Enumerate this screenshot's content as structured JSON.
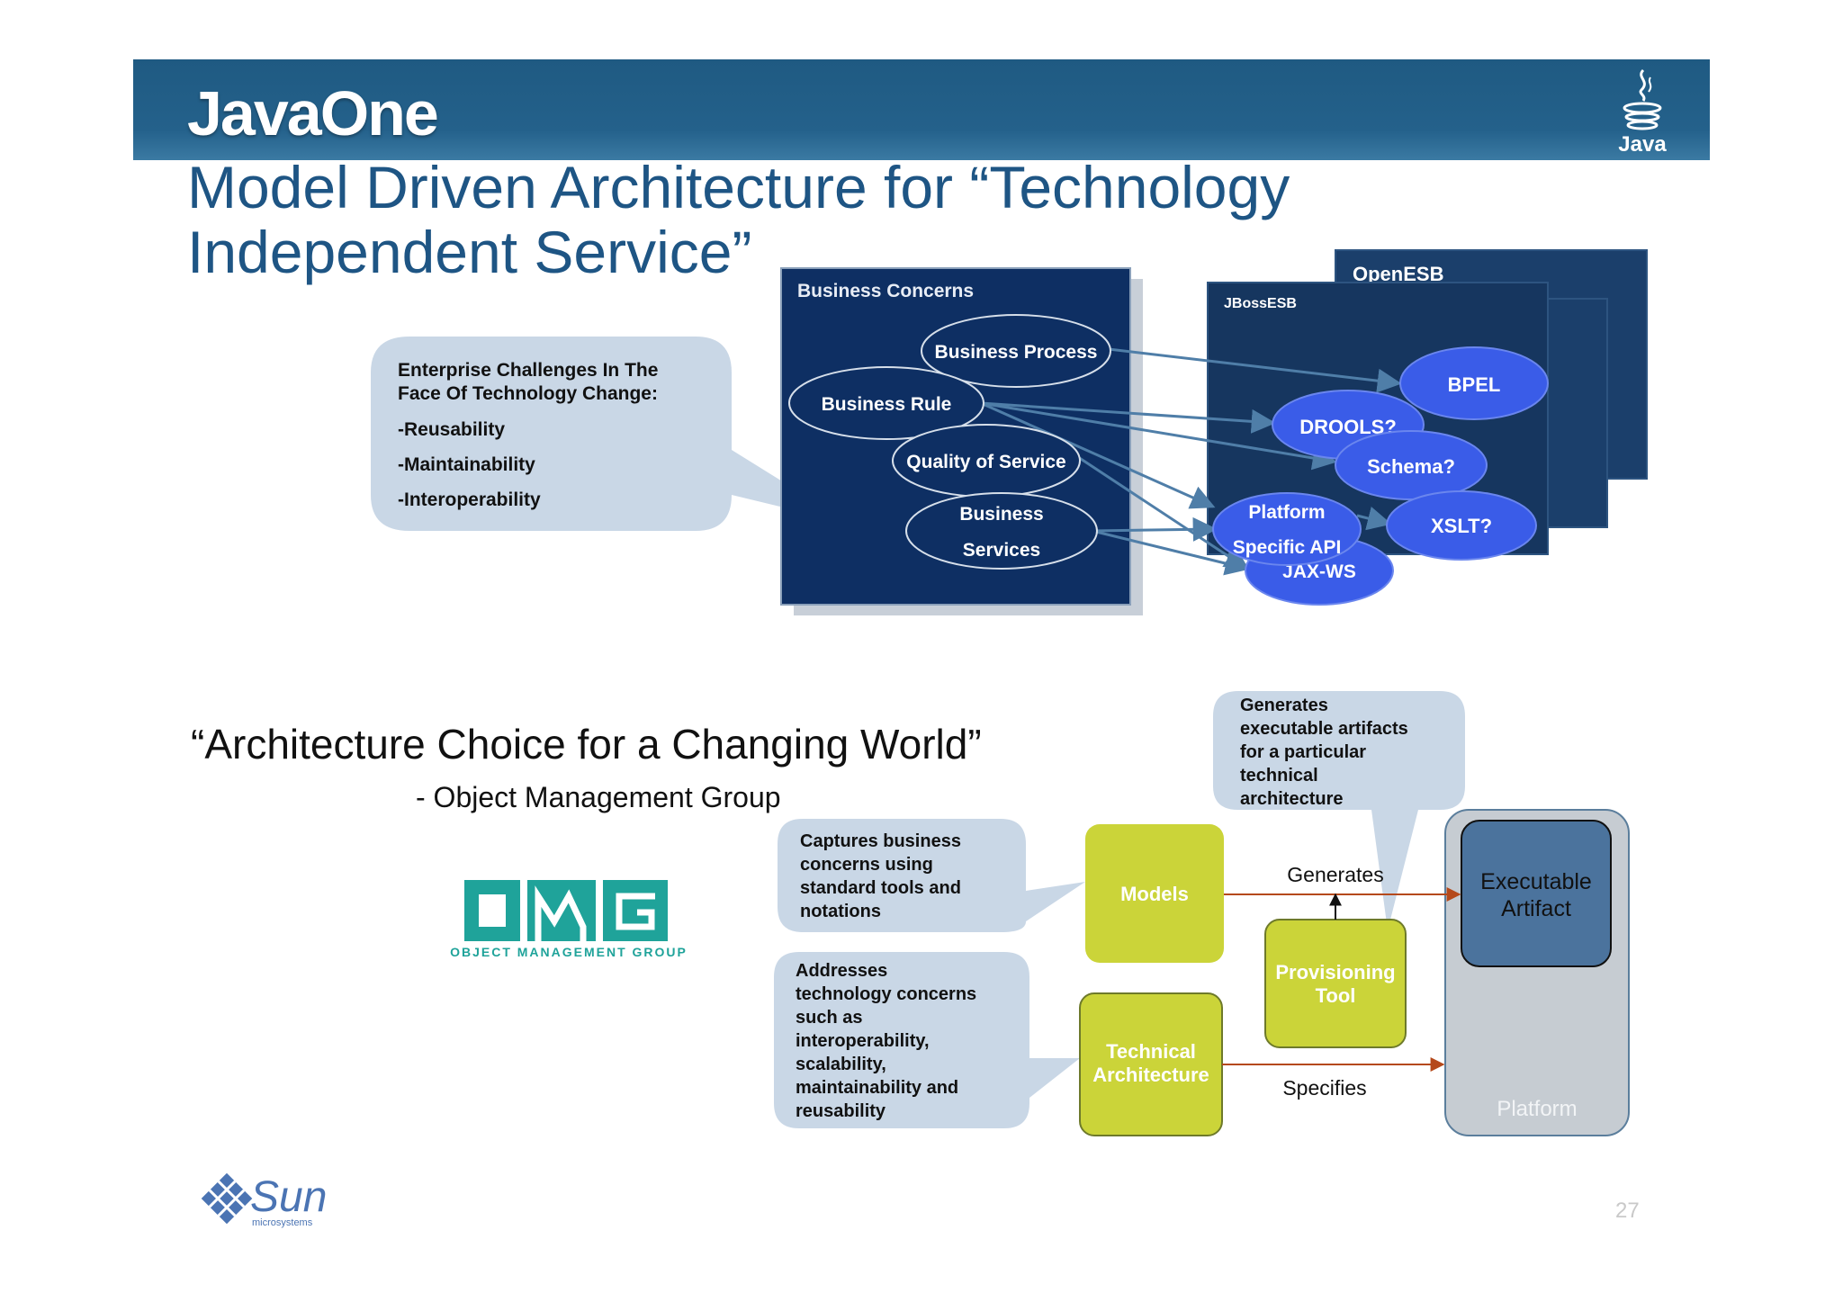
{
  "header": {
    "logo_text": "JavaOne",
    "java_logo_text": "Java"
  },
  "slide": {
    "title_line1": "Model Driven Architecture for “Technology",
    "title_line2": "Independent Service”",
    "page_number": "27"
  },
  "challenges_callout": {
    "heading_line1": "Enterprise Challenges In The",
    "heading_line2": "Face Of Technology Change:",
    "items": [
      "-Reusability",
      "-Maintainability",
      "-Interoperability"
    ]
  },
  "business_concerns": {
    "title": "Business Concerns",
    "nodes": {
      "business_process": "Business Process",
      "business_rule": "Business Rule",
      "quality_of_service": "Quality of Service",
      "business_services_line1": "Business",
      "business_services_line2": "Services"
    }
  },
  "esb": {
    "openesb": "OpenESB",
    "jbossesb": "JBossESB",
    "nodes": {
      "bpel": "BPEL",
      "drools": "DROOLS?",
      "schema": "Schema?",
      "xslt": "XSLT?",
      "platform_api_line1": "Platform",
      "platform_api_line2": "Specific API",
      "jaxws": "JAX-WS"
    }
  },
  "quote": {
    "text": "“Architecture Choice for a Changing World”",
    "attribution": "- Object Management Group"
  },
  "omg_logo": {
    "letters": "OMG",
    "subtitle": "OBJECT MANAGEMENT GROUP"
  },
  "mda_diagram": {
    "generates_callout": [
      "Generates",
      "executable artifacts",
      "for a particular",
      "technical",
      "architecture"
    ],
    "captures_callout": [
      "Captures business",
      "concerns using",
      "standard tools and",
      "notations"
    ],
    "addresses_callout": [
      "Addresses",
      "technology concerns",
      "such as",
      "interoperability,",
      "scalability,",
      "maintainability and",
      "reusability"
    ],
    "models": "Models",
    "provisioning_tool_line1": "Provisioning",
    "provisioning_tool_line2": "Tool",
    "technical_architecture_line1": "Technical",
    "technical_architecture_line2": "Architecture",
    "generates_label": "Generates",
    "specifies_label": "Specifies",
    "executable_artifact_line1": "Executable",
    "executable_artifact_line2": "Artifact",
    "platform": "Platform"
  },
  "sun_logo": {
    "name": "Sun",
    "subtitle": "microsystems"
  }
}
